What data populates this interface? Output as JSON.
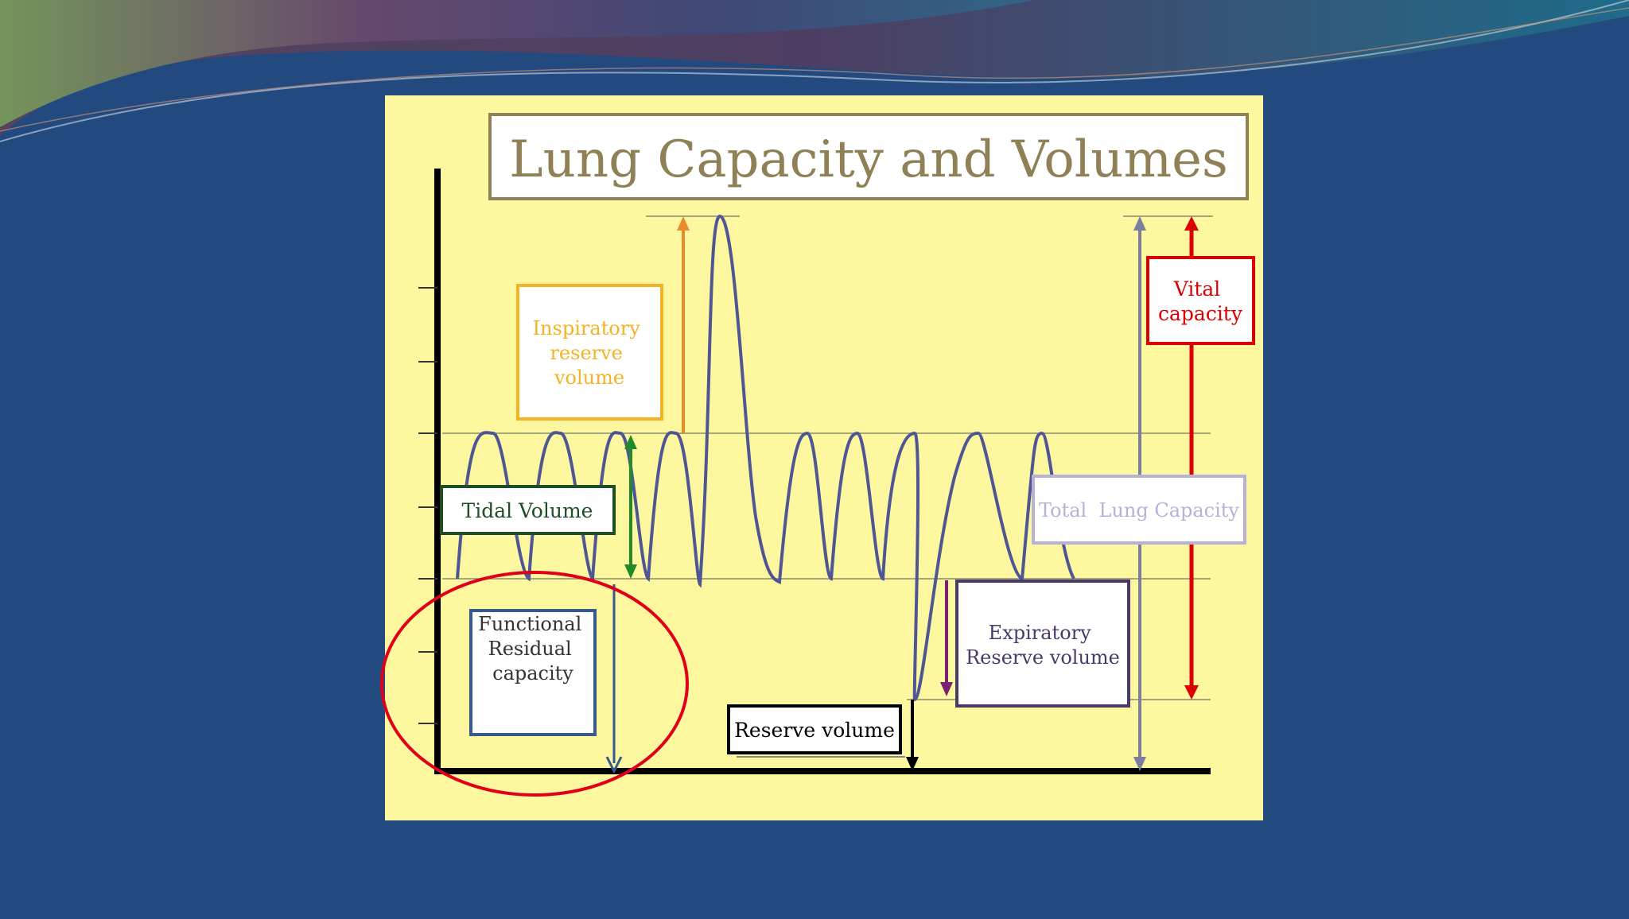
{
  "slide": {
    "title": "Lung Capacity and Volumes"
  },
  "labels": {
    "inspiratory_reserve_volume": [
      "Inspiratory",
      "reserve",
      "volume"
    ],
    "tidal_volume": "Tidal Volume",
    "functional_residual_capacity": [
      "Functional",
      "Residual",
      "capacity"
    ],
    "reserve_volume": "Reserve volume",
    "expiratory_reserve_volume": [
      "Expiratory",
      "Reserve volume"
    ],
    "total_lung_capacity": "Total  Lung Capacity",
    "vital_capacity": [
      "Vital",
      "capacity"
    ]
  },
  "colors": {
    "background": "#224a7e",
    "panel": "#fdf8a0",
    "title_text": "#8f8055",
    "title_border": "#8f8055",
    "wave": "#4f5694",
    "inspiratory": "#f5b324",
    "inspiratory_arrow": "#e98a2c",
    "tidal": "#1f4d26",
    "tidal_arrow": "#238a2a",
    "frc": "#37598f",
    "reserve": "#000000",
    "expiratory": "#4a3a6a",
    "expiratory_arrow": "#7a1f72",
    "total": "#b8b0d6",
    "total_arrow": "#7b7e9c",
    "vital": "#dd0000",
    "highlight_circle": "#e0001a"
  }
}
